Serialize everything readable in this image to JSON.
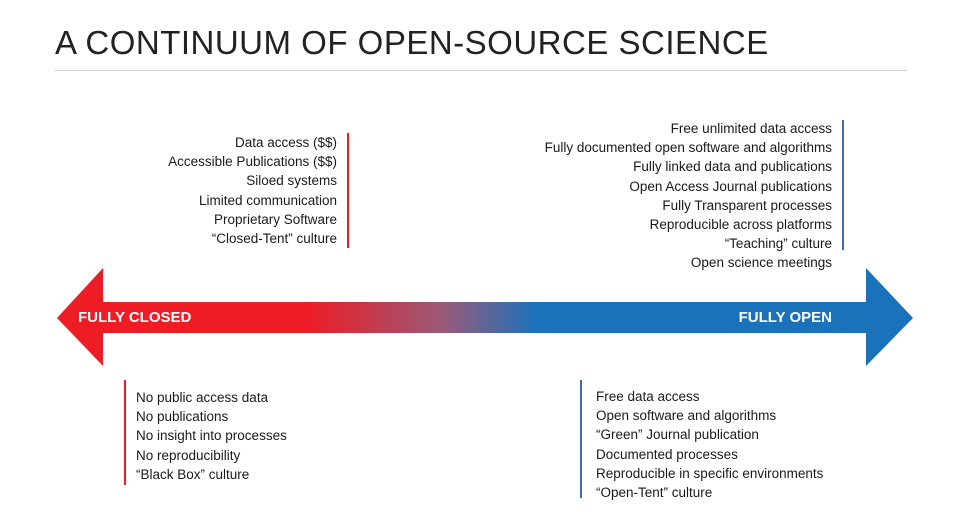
{
  "title": "A CONTINUUM OF OPEN-SOURCE SCIENCE",
  "colors": {
    "closed": "#ee1c25",
    "open": "#1a72bb",
    "rocket_blue": "#4068c0"
  },
  "arrow": {
    "left_label": "FULLY CLOSED",
    "right_label": "FULLY OPEN"
  },
  "stages": {
    "fully_closed": [
      "No public access data",
      "No publications",
      "No insight into processes",
      "No reproducibility",
      "“Black Box” culture"
    ],
    "closed_tent": [
      "Data access ($$)",
      "Accessible Publications ($$)",
      "Siloed systems",
      "Limited communication",
      "Proprietary Software",
      "“Closed-Tent” culture"
    ],
    "open_tent": [
      "Free data access",
      "Open software and algorithms",
      "“Green” Journal publication",
      "Documented processes",
      "Reproducible in specific environments",
      "“Open-Tent” culture"
    ],
    "fully_open": [
      "Free unlimited data access",
      "Fully documented open software and algorithms",
      "Fully linked data and publications",
      "Open Access Journal publications",
      "Fully Transparent processes",
      "Reproducible across platforms",
      "“Teaching” culture",
      "Open science meetings"
    ]
  }
}
